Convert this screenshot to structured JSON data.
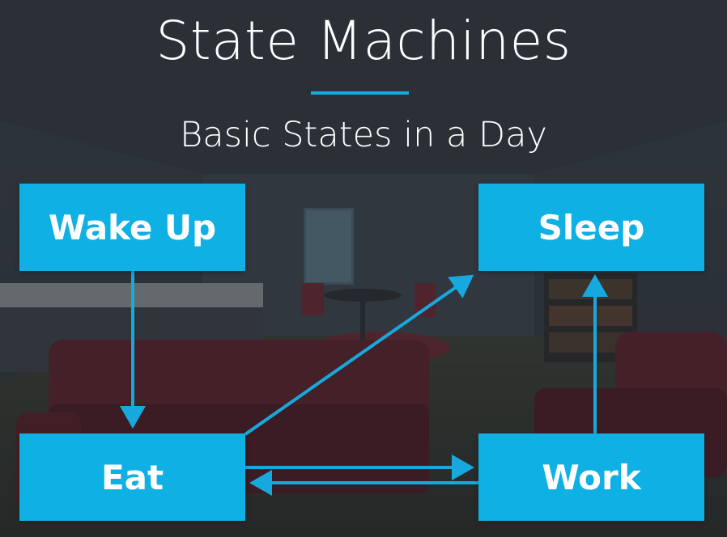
{
  "title": "State Machines",
  "subtitle": "Basic States in a Day",
  "colors": {
    "accent": "#17a9dd",
    "state_fill": "#0fb0e4",
    "text": "#ffffff"
  },
  "states": {
    "wake_up": "Wake Up",
    "sleep": "Sleep",
    "eat": "Eat",
    "work": "Work"
  },
  "transitions": [
    {
      "from": "Wake Up",
      "to": "Eat"
    },
    {
      "from": "Eat",
      "to": "Sleep"
    },
    {
      "from": "Eat",
      "to": "Work"
    },
    {
      "from": "Work",
      "to": "Eat"
    },
    {
      "from": "Work",
      "to": "Sleep"
    }
  ]
}
